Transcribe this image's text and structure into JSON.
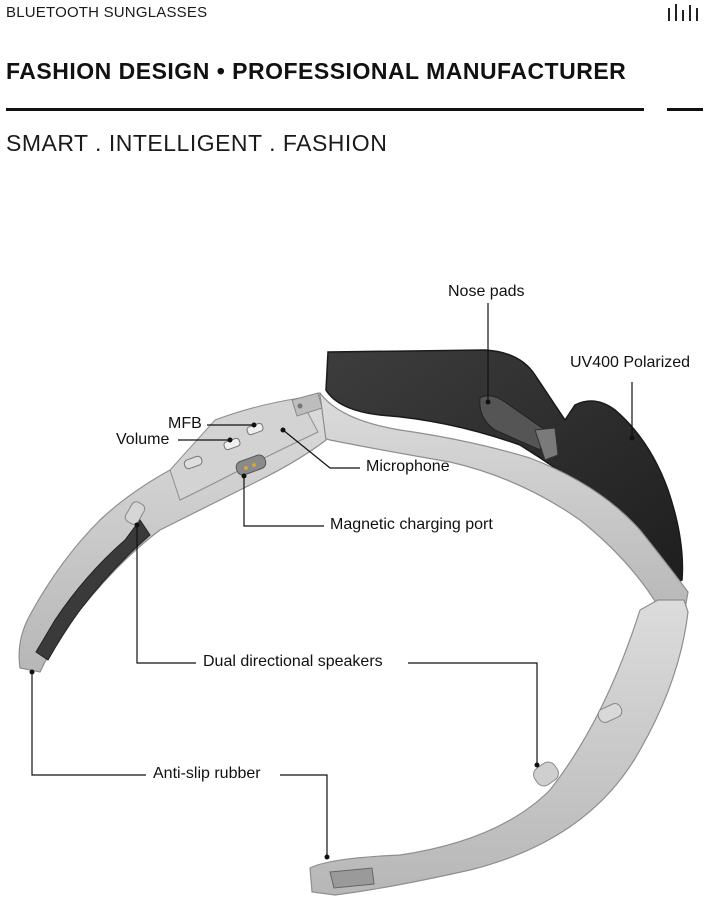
{
  "header": {
    "brand": "BLUETOOTH SUNGLASSES",
    "headline": "FASHION DESIGN • PROFESSIONAL MANUFACTURER",
    "tagline": "SMART . INTELLIGENT . FASHION"
  },
  "callouts": {
    "nose_pads": "Nose pads",
    "uv400": "UV400 Polarized",
    "mfb": "MFB",
    "volume": "Volume",
    "microphone": "Microphone",
    "charging_port": "Magnetic charging port",
    "speakers": "Dual directional speakers",
    "anti_slip": "Anti-slip rubber"
  },
  "colors": {
    "frame": "#c9c9c9",
    "frame_shadow": "#a9a9a9",
    "lens": "#2b2b2b",
    "rubber": "#3a3a3a",
    "leader_line": "#111111"
  }
}
